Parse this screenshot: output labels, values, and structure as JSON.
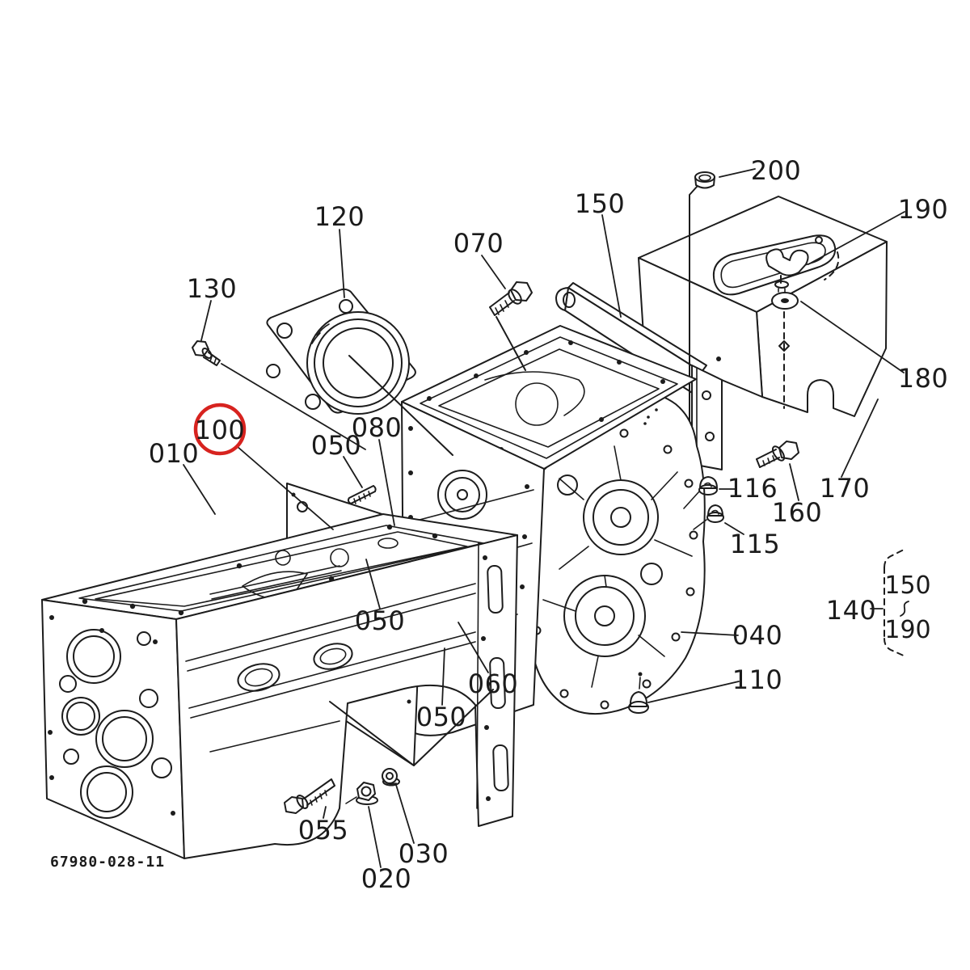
{
  "diagram": {
    "type": "exploded-parts-diagram",
    "drawing_code": "67980-028-11",
    "background_color": "#ffffff",
    "line_color": "#1c1c1c",
    "highlight_color": "#d7231f",
    "highlighted_callout": "100",
    "callouts": [
      {
        "ref": "200"
      },
      {
        "ref": "150"
      },
      {
        "ref": "190"
      },
      {
        "ref": "120"
      },
      {
        "ref": "070"
      },
      {
        "ref": "130"
      },
      {
        "ref": "180"
      },
      {
        "ref": "100",
        "highlighted": true
      },
      {
        "ref": "010"
      },
      {
        "ref": "080"
      },
      {
        "ref": "050"
      },
      {
        "ref": "116"
      },
      {
        "ref": "160"
      },
      {
        "ref": "170"
      },
      {
        "ref": "115"
      },
      {
        "ref": "050"
      },
      {
        "ref": "040"
      },
      {
        "ref": "110"
      },
      {
        "ref": "060"
      },
      {
        "ref": "050"
      },
      {
        "ref": "055"
      },
      {
        "ref": "030"
      },
      {
        "ref": "020"
      }
    ],
    "range_callout": {
      "label": "140",
      "range_start": "150",
      "range_separator": "~",
      "range_end": "190"
    }
  }
}
